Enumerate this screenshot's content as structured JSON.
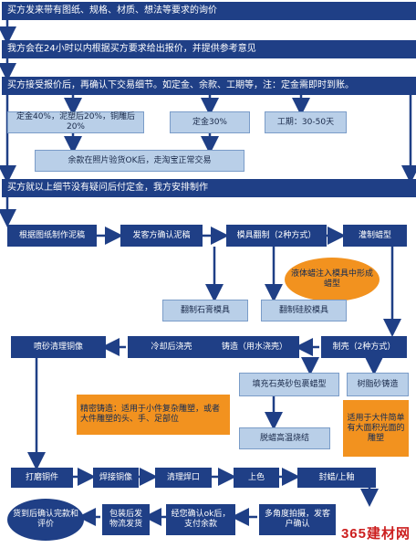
{
  "steps": {
    "s1": "买方发来带有图纸、规格、材质、想法等要求的询价",
    "s2": "我方会在24小时以内根据买方要求给出报价，并提供参考意见",
    "s3": "买方接受报价后，再确认下交易细节。如定金、余款、工期等，注：定金需即时到账。",
    "deposit_a": "定金40%，泥塑后20%，铜雕后20%",
    "deposit_b": "定金30%",
    "duration": "工期：30-50天",
    "balance": "余款在照片验货OK后，走淘宝正常交易",
    "s4": "买方就以上细节没有疑问后付定金，我方安排制作",
    "drafting": "根据图纸制作泥稿",
    "confirm_clay": "发客方确认泥稿",
    "mold": "模具翻制（2种方式）",
    "wax": "灌制蜡型",
    "liquid_note": "液体蜡注入模具中形成蜡型",
    "plaster_mold": "翻制石膏模具",
    "silicone_mold": "翻制硅胶模具",
    "shell": "制壳（2种方式）",
    "casting": "铸造（用水浇壳）",
    "cooling": "冷却后浇壳",
    "sand_clean": "喷砂清理铜像",
    "quartz_shell": "填充石英砂包裹蜡型",
    "resin_sand": "树脂砂铸造",
    "precision_note": "精密铸造：适用于小件复杂雕塑，或者大件雕塑的头、手、足部位",
    "large_note": "适用于大件简单有大面积光面的雕塑",
    "dewax": "脱蜡高温烧结",
    "polish": "打磨铜件",
    "weld": "焊接铜像",
    "clean_weld": "清理焊口",
    "color": "上色",
    "wax_seal": "封蜡/上釉",
    "photo": "多角度拍摄，发客户确认",
    "pay": "经您确认ok后，支付余款",
    "ship": "包装后发物流发货",
    "receive": "货到后确认完款和评价"
  },
  "watermark": "365建材网",
  "colors": {
    "dark": "#1f3f86",
    "light": "#b9cfe8",
    "orange": "#f2921f",
    "arrow": "#1f3f86"
  }
}
